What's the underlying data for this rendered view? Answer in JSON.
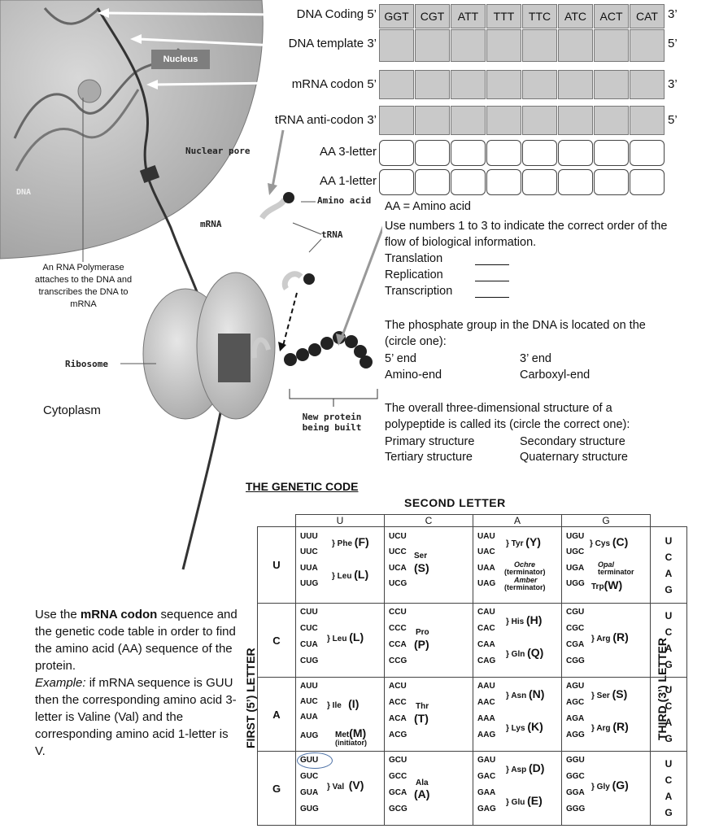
{
  "diagram": {
    "nucleus_label": "Nucleus",
    "nuclear_pore_label": "Nuclear pore",
    "dna_label": "DNA",
    "mrna_label": "mRNA",
    "amino_acid_label": "Amino acid",
    "trna_label": "tRNA",
    "rna_pol_note": "An RNA Polymerase attaches to the DNA and transcribes the DNA to mRNA",
    "ribosome_label": "Ribosome",
    "cytoplasm_label": "Cytoplasm",
    "new_protein_label": "New protein being built"
  },
  "rows": {
    "dna_coding": {
      "label": "DNA Coding  5’",
      "end": "3’",
      "cells": [
        "GGT",
        "CGT",
        "ATT",
        "TTT",
        "TTC",
        "ATC",
        "ACT",
        "CAT"
      ]
    },
    "dna_template": {
      "label": "DNA template 3’",
      "end": "5’"
    },
    "mrna": {
      "label": "mRNA codon 5’",
      "end": "3’"
    },
    "trna": {
      "label": "tRNA anti-codon  3’",
      "end": "5’"
    },
    "aa3": {
      "label": "AA 3-letter"
    },
    "aa1": {
      "label": "AA 1-letter"
    }
  },
  "questions": {
    "aa_def": "AA = Amino acid",
    "q1": "Use numbers 1 to 3 to indicate the correct order of the flow of biological information.",
    "q1_opts": [
      "Translation",
      "Replication",
      "Transcription"
    ],
    "q2": "The phosphate group in the DNA is located on the (circle one):",
    "q2_opts": [
      "5’ end",
      "3’ end",
      "Amino-end",
      "Carboxyl-end"
    ],
    "q3": "The overall three-dimensional structure of a polypeptide is called its (circle the correct one):",
    "q3_opts": [
      "Primary structure",
      "Secondary structure",
      "Tertiary structure",
      "Quaternary structure"
    ]
  },
  "genetic_code": {
    "title": "THE GENETIC CODE",
    "second_letter": "SECOND LETTER",
    "first_letter": "FIRST (5’)  LETTER",
    "third_letter": "THIRD (3’) LETTER",
    "col_headers": [
      "U",
      "C",
      "A",
      "G"
    ],
    "row_headers": [
      "U",
      "C",
      "A",
      "G"
    ],
    "third_bases": [
      "U",
      "C",
      "A",
      "G"
    ],
    "cells": {
      "UU": {
        "codons": [
          "UUU",
          "UUC",
          "UUA",
          "UUG"
        ],
        "aa": [
          "Phe",
          "(F)",
          "Leu",
          "(L)"
        ]
      },
      "UC": {
        "codons": [
          "UCU",
          "UCC",
          "UCA",
          "UCG"
        ],
        "aa": [
          "Ser",
          "(S)"
        ]
      },
      "UA": {
        "codons": [
          "UAU",
          "UAC",
          "UAA",
          "UAG"
        ],
        "aa": [
          "Tyr",
          "(Y)",
          "Ochre",
          "(terminator)",
          "Amber",
          "(terminator)"
        ]
      },
      "UG": {
        "codons": [
          "UGU",
          "UGC",
          "UGA",
          "UGG"
        ],
        "aa": [
          "Cys",
          "(C)",
          "Opal",
          "terminator",
          "Trp",
          "(W)"
        ]
      },
      "CU": {
        "codons": [
          "CUU",
          "CUC",
          "CUA",
          "CUG"
        ],
        "aa": [
          "Leu",
          "(L)"
        ]
      },
      "CC": {
        "codons": [
          "CCU",
          "CCC",
          "CCA",
          "CCG"
        ],
        "aa": [
          "Pro",
          "(P)"
        ]
      },
      "CA": {
        "codons": [
          "CAU",
          "CAC",
          "CAA",
          "CAG"
        ],
        "aa": [
          "His",
          "(H)",
          "Gln",
          "(Q)"
        ]
      },
      "CG": {
        "codons": [
          "CGU",
          "CGC",
          "CGA",
          "CGG"
        ],
        "aa": [
          "Arg",
          "(R)"
        ]
      },
      "AU": {
        "codons": [
          "AUU",
          "AUC",
          "AUA",
          "AUG"
        ],
        "aa": [
          "Ile",
          "(I)",
          "Met",
          "(M)",
          "(initiator)"
        ]
      },
      "AC": {
        "codons": [
          "ACU",
          "ACC",
          "ACA",
          "ACG"
        ],
        "aa": [
          "Thr",
          "(T)"
        ]
      },
      "AA": {
        "codons": [
          "AAU",
          "AAC",
          "AAA",
          "AAG"
        ],
        "aa": [
          "Asn",
          "(N)",
          "Lys",
          "(K)"
        ]
      },
      "AG": {
        "codons": [
          "AGU",
          "AGC",
          "AGA",
          "AGG"
        ],
        "aa": [
          "Ser",
          "(S)",
          "Arg",
          "(R)"
        ]
      },
      "GU": {
        "codons": [
          "GUU",
          "GUC",
          "GUA",
          "GUG"
        ],
        "aa": [
          "Val",
          "(V)"
        ]
      },
      "GC": {
        "codons": [
          "GCU",
          "GCC",
          "GCA",
          "GCG"
        ],
        "aa": [
          "Ala",
          "(A)"
        ]
      },
      "GA": {
        "codons": [
          "GAU",
          "GAC",
          "GAA",
          "GAG"
        ],
        "aa": [
          "Asp",
          "(D)",
          "Glu",
          "(E)"
        ]
      },
      "GG": {
        "codons": [
          "GGU",
          "GGC",
          "GGA",
          "GGG"
        ],
        "aa": [
          "Gly",
          "(G)"
        ]
      }
    }
  },
  "instructions": {
    "p1": "Use the ",
    "p1_bold": "mRNA codon",
    "p2": " sequence and the genetic code table in order to find the amino acid (AA) sequence of the protein.",
    "example_label": "Example:",
    "example_text": " if mRNA sequence is GUU then the corresponding amino acid 3-letter is Valine (Val) and the corresponding amino acid 1-letter is V."
  }
}
